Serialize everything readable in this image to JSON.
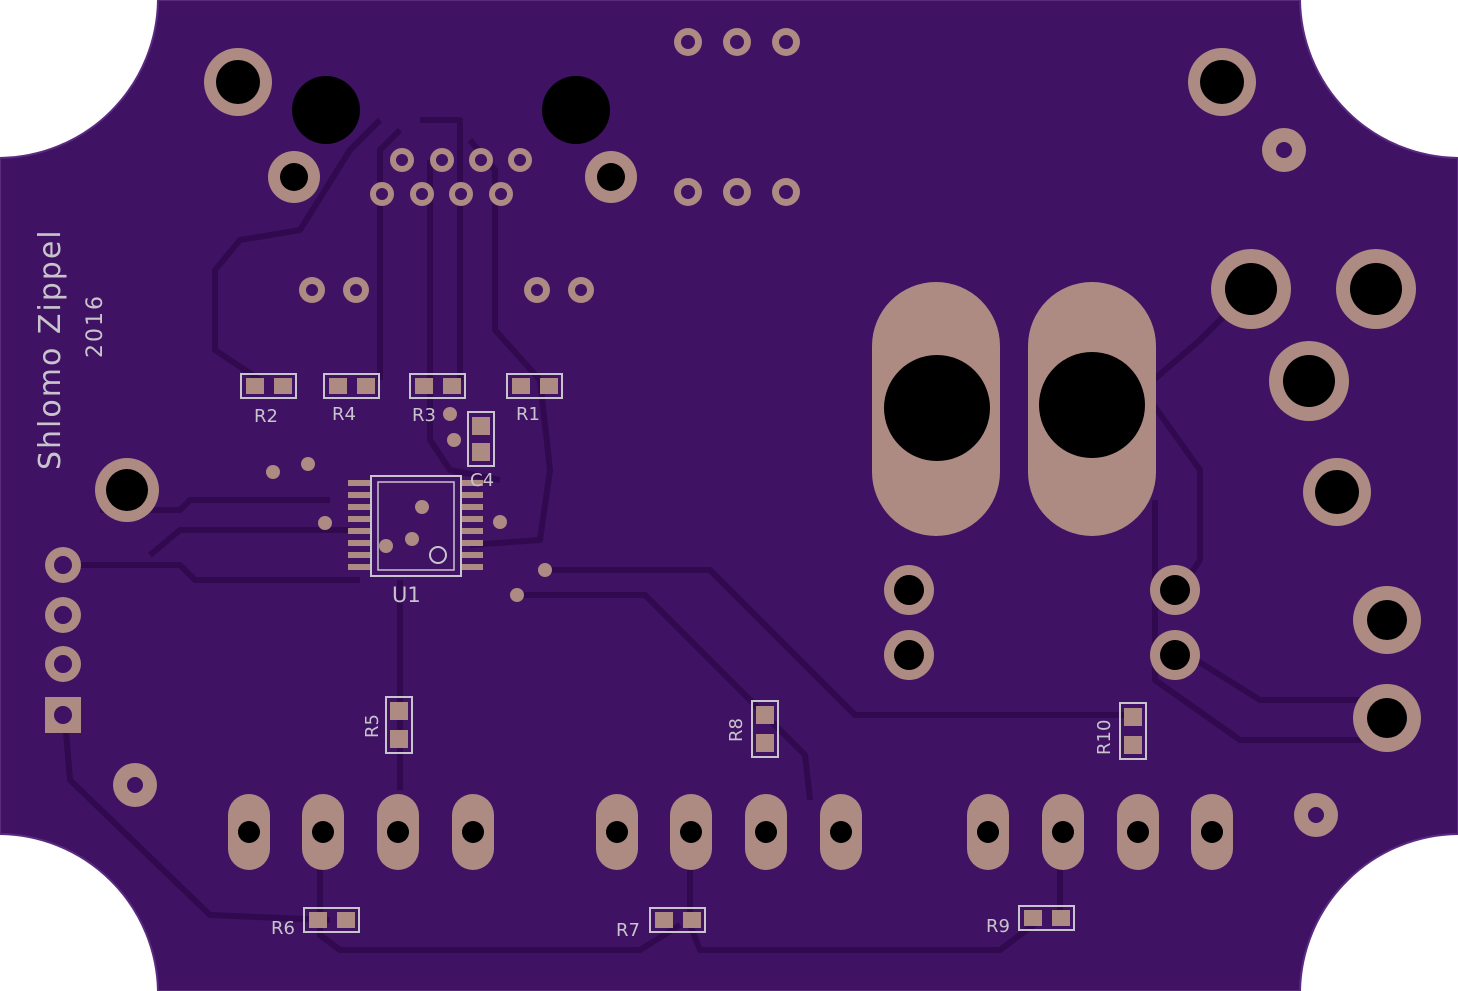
{
  "board": {
    "author": "Shlomo Zippel",
    "year": "2016"
  },
  "components": {
    "resistors": [
      "R1",
      "R2",
      "R3",
      "R4",
      "R5",
      "R6",
      "R7",
      "R8",
      "R9",
      "R10"
    ],
    "capacitor": "C4",
    "ic": "U1"
  },
  "colors": {
    "board": "#3f1264",
    "copper": "#4a1673",
    "trace": "#31094f",
    "pad": "#ad8a82",
    "silkscreen": "#c8c4cc",
    "hole": "#000000"
  }
}
